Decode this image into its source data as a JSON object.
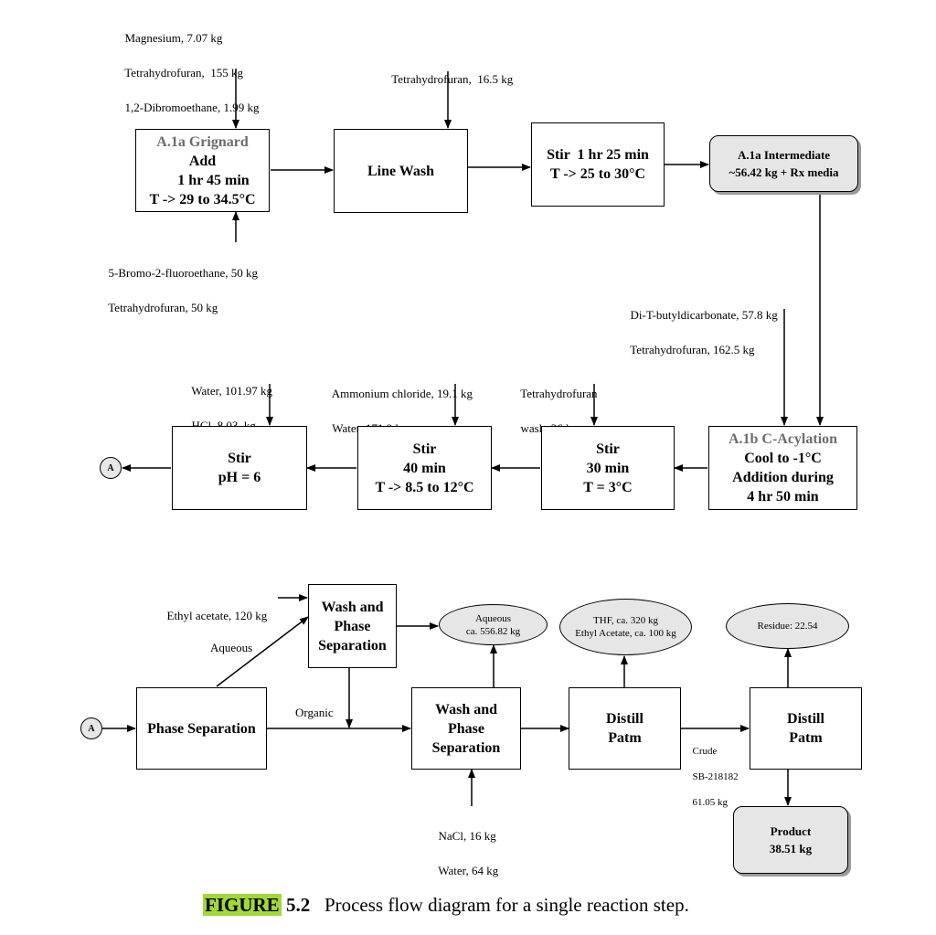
{
  "inputs": {
    "grignard_top": [
      "Magnesium, 7.07 kg",
      "Tetrahydrofuran,  155 kg",
      "1,2-Dibromoethane, 1.99 kg"
    ],
    "grignard_bottom": [
      "5-Bromo-2-fluoroethane, 50 kg",
      "Tetrahydrofuran, 50 kg"
    ],
    "linewash_top": [
      "Tetrahydrofuran,  16.5 kg"
    ],
    "acylation_top": [
      "Di-T-butyldicarbonate, 57.8 kg",
      "Tetrahydrofuran, 162.5 kg"
    ],
    "stir30_top": [
      "Tetrahydrofuran",
      "wash, 36 kg"
    ],
    "stir40_top": [
      "Ammonium chloride, 19.1 kg",
      "Water, 171.9 kg"
    ],
    "stirph_top": [
      "Water, 101.97 kg",
      "HCl, 8.03  kg"
    ],
    "ethyl_acetate": [
      "Ethyl acetate, 120 kg"
    ],
    "wash2_bottom": [
      "NaCl, 16 kg",
      "Water, 64 kg"
    ]
  },
  "boxes": {
    "grignard": {
      "title": "A.1a Grignard",
      "lines": [
        "Add",
        "      1 hr 45 min",
        "T -> 29 to 34.5°C"
      ]
    },
    "line_wash": {
      "lines": [
        "Line Wash"
      ]
    },
    "stir_1h25": {
      "lines": [
        "Stir  1 hr 25 min",
        "T -> 25 to 30°C"
      ]
    },
    "acylation": {
      "title": "A.1b C-Acylation",
      "lines": [
        "Cool to -1°C",
        "Addition during",
        "4 hr 50 min"
      ]
    },
    "stir_30": {
      "lines": [
        "Stir",
        "30 min",
        "T = 3°C"
      ]
    },
    "stir_40": {
      "lines": [
        "Stir",
        "40 min",
        "T -> 8.5 to 12°C"
      ]
    },
    "stir_ph": {
      "lines": [
        "Stir",
        "pH = 6"
      ]
    },
    "phase_sep": {
      "lines": [
        "Phase Separation"
      ]
    },
    "wash_sep_1": {
      "lines": [
        "Wash and",
        "Phase",
        "Separation"
      ]
    },
    "wash_sep_2": {
      "lines": [
        "Wash and",
        "Phase",
        "Separation"
      ]
    },
    "distill_1": {
      "lines": [
        "Distill",
        "Patm"
      ]
    },
    "distill_2": {
      "lines": [
        "Distill",
        "Patm"
      ]
    }
  },
  "intermediate": {
    "lines": [
      "A.1a Intermediate",
      "~56.42 kg + Rx media"
    ]
  },
  "product": {
    "lines": [
      "Product",
      "38.51 kg"
    ]
  },
  "ovals": {
    "aqueous": [
      "Aqueous",
      "ca. 556.82 kg"
    ],
    "thf_ea": [
      "THF, ca. 320 kg",
      "Ethyl Acetate, ca. 100  kg"
    ],
    "residue": [
      "Residue: 22.54"
    ]
  },
  "labels": {
    "aqueous": "Aqueous",
    "organic": "Organic",
    "crude": [
      "Crude",
      "SB-218182",
      "61.05 kg"
    ]
  },
  "connector": "A",
  "caption": {
    "tag": "FIGURE",
    "num": "5.2",
    "text": "Process flow diagram for a single reaction step."
  }
}
